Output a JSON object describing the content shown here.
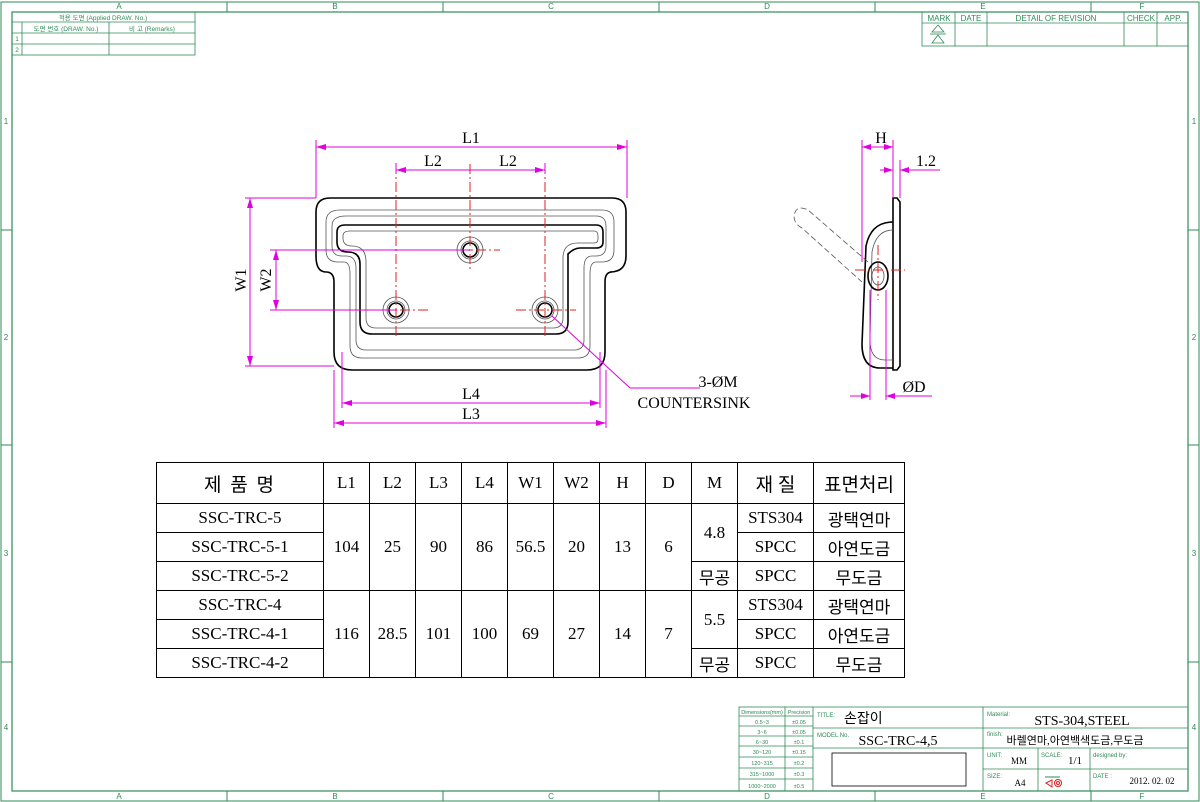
{
  "frame": {
    "col_letters": [
      "A",
      "B",
      "C",
      "D",
      "E",
      "F"
    ],
    "row_numbers": [
      "1",
      "2",
      "3",
      "4"
    ]
  },
  "applied_drawing": {
    "title": "적용 도면 (Applied DRAW. No.)",
    "col1": "도면 번호 (DRAW. No.)",
    "col2": "비 고 (Remarks)",
    "rows": [
      "1",
      "2"
    ]
  },
  "revision": {
    "headers": [
      "MARK",
      "DATE",
      "DETAIL OF REVISION",
      "CHECK",
      "APP."
    ]
  },
  "dimensions": {
    "L1": "L1",
    "L2a": "L2",
    "L2b": "L2",
    "L3": "L3",
    "L4": "L4",
    "W1": "W1",
    "W2": "W2",
    "H": "H",
    "thickness": "1.2",
    "D": "ØD",
    "hole_note_1": "3-ØM",
    "hole_note_2": "COUNTERSINK"
  },
  "spec_table": {
    "headers": [
      "제 품 명",
      "L1",
      "L2",
      "L3",
      "L4",
      "W1",
      "W2",
      "H",
      "D",
      "M",
      "재 질",
      "표면처리"
    ],
    "groups": [
      {
        "models": [
          "SSC-TRC-5",
          "SSC-TRC-5-1",
          "SSC-TRC-5-2"
        ],
        "L1": "104",
        "L2": "25",
        "L3": "90",
        "L4": "86",
        "W1": "56.5",
        "W2": "20",
        "H": "13",
        "D": "6",
        "M": [
          "4.8",
          "무공"
        ],
        "materials": [
          "STS304",
          "SPCC",
          "SPCC"
        ],
        "finishes": [
          "광택연마",
          "아연도금",
          "무도금"
        ]
      },
      {
        "models": [
          "SSC-TRC-4",
          "SSC-TRC-4-1",
          "SSC-TRC-4-2"
        ],
        "L1": "116",
        "L2": "28.5",
        "L3": "101",
        "L4": "100",
        "W1": "69",
        "W2": "27",
        "H": "14",
        "D": "7",
        "M": [
          "5.5",
          "무공"
        ],
        "materials": [
          "STS304",
          "SPCC",
          "SPCC"
        ],
        "finishes": [
          "광택연마",
          "아연도금",
          "무도금"
        ]
      }
    ]
  },
  "tolerance_table": {
    "headers": [
      "Dimensions(mm)",
      "Precision"
    ],
    "rows": [
      [
        "0.5~3",
        "±0.05"
      ],
      [
        "3~6",
        "±0.05"
      ],
      [
        "6~30",
        "±0.1"
      ],
      [
        "30~120",
        "±0.15"
      ],
      [
        "120~315",
        "±0.2"
      ],
      [
        "315~1000",
        "±0.3"
      ],
      [
        "1000~2000",
        "±0.5"
      ]
    ]
  },
  "title_block": {
    "title_label": "TITLE:",
    "title": "손잡이",
    "model_label": "MODEL No.",
    "model": "SSC-TRC-4,5",
    "material_label": "Material:",
    "material": "STS-304,STEEL",
    "finish_label": "finish:",
    "finish": "바렐연마,아연백색도금,무도금",
    "unit_label": "UNIT:",
    "unit": "MM",
    "scale_label": "SCALE:",
    "scale": "1/1",
    "designed_label": "designed by:",
    "size_label": "SIZE:",
    "size": "A4",
    "date_label": "DATE :",
    "date": "2012. 02. 02"
  }
}
